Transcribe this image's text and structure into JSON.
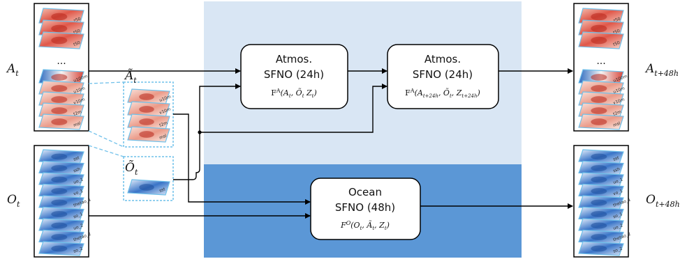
{
  "colors": {
    "atmos_region": "#d9e6f4",
    "ocean_region": "#5b97d6",
    "arrow": "#000000",
    "dashed": "#6fc0ea",
    "red_field": "#d9473b",
    "blue_field": "#2f6cc0"
  },
  "modules": [
    {
      "title_1": "Atmos.",
      "title_2": "SFNO (24h)",
      "func": "F",
      "func_sup": "A",
      "func_args": "(A",
      "func_args_full": "(A_t, Õ_t Z_t)"
    },
    {
      "title_1": "Atmos.",
      "title_2": "SFNO (24h)",
      "func": "F",
      "func_sup": "A",
      "func_args_full": "(A_{t+24h}, Õ_t, Z_{t+24h})"
    },
    {
      "title_1": "Ocean",
      "title_2": "SFNO (48h)",
      "func": "F",
      "func_sup": "O",
      "func_args_full": "(O_t, Ã_t, Z_t)"
    }
  ],
  "variables": {
    "a_in": {
      "base": "A",
      "sub": "t"
    },
    "o_in": {
      "base": "O",
      "sub": "t"
    },
    "a_out": {
      "base": "A",
      "sub": "t+48h"
    },
    "o_out": {
      "base": "O",
      "sub": "t+48h"
    },
    "a_tilde": {
      "base": "Ã",
      "sub": "t"
    },
    "o_tilde": {
      "base": "Õ",
      "sub": "t"
    }
  },
  "tile_labels": {
    "atmos_upper": [
      "z50",
      "t50",
      "t50"
    ],
    "atmos_lower": [
      "u100m",
      "u10m",
      "v10m",
      "t2m",
      "msl"
    ],
    "atmos_subset": [
      "u10m",
      "v10m",
      "t2m",
      "msl"
    ],
    "ocean": [
      "sst",
      "ssh",
      "uo_1",
      "vo_1",
      "thetao_1",
      "so_1",
      "uo_2",
      "thetao_2",
      "so_2"
    ],
    "ocean_subset": [
      "sst"
    ],
    "ellipsis": "..."
  }
}
